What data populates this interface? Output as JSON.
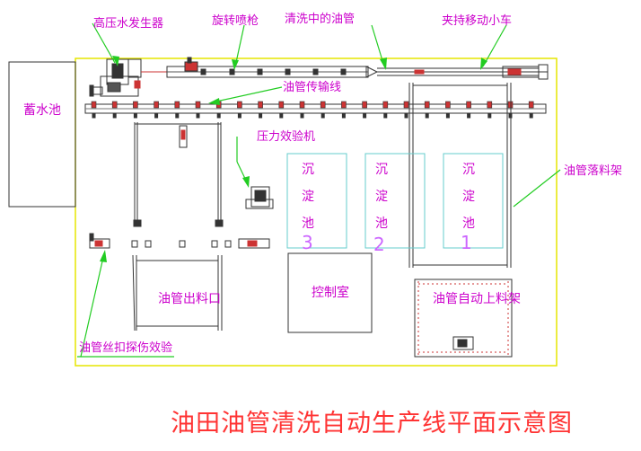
{
  "title": "油田油管清洗自动生产线平面示意图",
  "colors": {
    "label": "#cc00cc",
    "title": "#ff3333",
    "boundary": "#e6e600",
    "leader": "#22cc22",
    "tank_outline": "#66cccc",
    "equipment": "#333333",
    "accent_red": "#cc3333"
  },
  "labels": {
    "pump": "高压水发生器",
    "spray_gun": "旋转喷枪",
    "pipe_cleaning": "清洗中的油管",
    "cart": "夹持移动小车",
    "conveyor": "油管传输线",
    "pressure_tester": "压力效验机",
    "drop_rack": "油管落料架",
    "thread_test": "油管丝扣探伤效验"
  },
  "blocks": {
    "reservoir": "蓄水池",
    "outlet": "油管出料口",
    "control_room": "控制室",
    "auto_loader": "油管自动上料架"
  },
  "tanks": [
    {
      "name": "沉淀池",
      "chars": [
        "沉",
        "淀",
        "池"
      ],
      "number": "3"
    },
    {
      "name": "沉淀池",
      "chars": [
        "沉",
        "淀",
        "池"
      ],
      "number": "2"
    },
    {
      "name": "沉淀池",
      "chars": [
        "沉",
        "淀",
        "池"
      ],
      "number": "1"
    }
  ]
}
